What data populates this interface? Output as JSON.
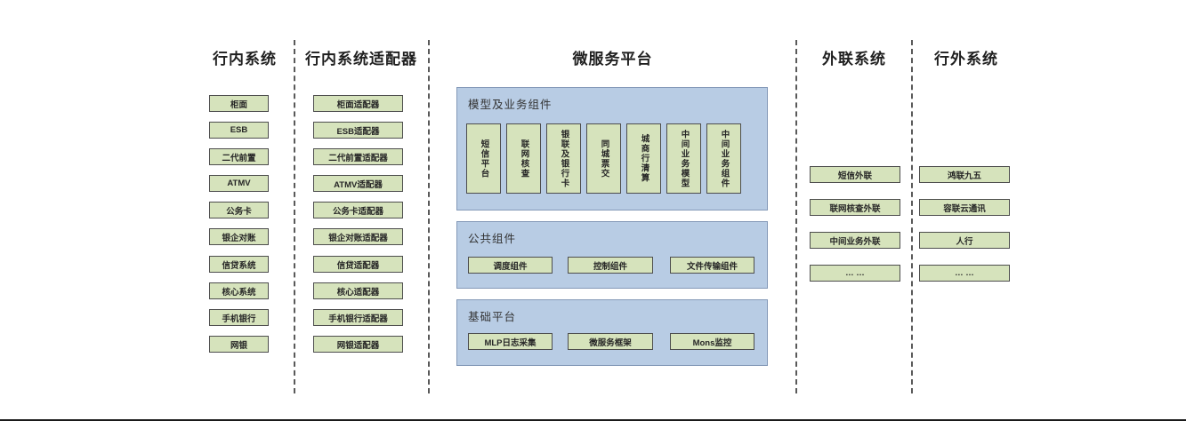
{
  "headers": {
    "internal": "行内系统",
    "adapter": "行内系统适配器",
    "platform": "微服务平台",
    "external": "外联系统",
    "outside": "行外系统"
  },
  "internal": {
    "items": [
      "柜面",
      "ESB",
      "二代前置",
      "ATMV",
      "公务卡",
      "银企对账",
      "信贷系统",
      "核心系统",
      "手机银行",
      "网银"
    ]
  },
  "adapter": {
    "items": [
      "柜面适配器",
      "ESB适配器",
      "二代前置适配器",
      "ATMV适配器",
      "公务卡适配器",
      "银企对账适配器",
      "信贷适配器",
      "核心适配器",
      "手机银行适配器",
      "网银适配器"
    ]
  },
  "platform": {
    "model_group": {
      "label": "模型及业务组件",
      "items": [
        "短信平台",
        "联网核查",
        "银联及银行卡",
        "同城票交",
        "城商行清算",
        "中间业务模型",
        "中间业务组件"
      ]
    },
    "common_group": {
      "label": "公共组件",
      "items": [
        "调度组件",
        "控制组件",
        "文件传输组件"
      ]
    },
    "base_group": {
      "label": "基础平台",
      "items": [
        "MLP日志采集",
        "微服务框架",
        "Mons监控"
      ]
    }
  },
  "external": {
    "items": [
      "短信外联",
      "联网核查外联",
      "中间业务外联",
      "… …"
    ]
  },
  "outside": {
    "items": [
      "鸿联九五",
      "容联云通讯",
      "人行",
      "… …"
    ]
  },
  "colors": {
    "box_fill": "#d6e3bc",
    "box_border": "#4d4d4d",
    "panel_fill": "#b8cce4",
    "panel_border": "#8499b8",
    "text": "#262626",
    "separator": "#595959",
    "baseline": "#1a1a1a"
  }
}
